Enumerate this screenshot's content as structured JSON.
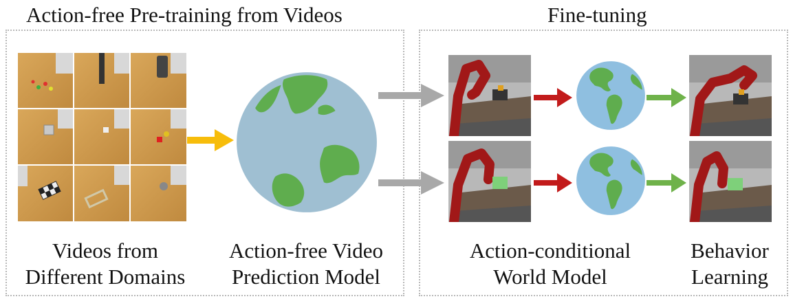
{
  "pretraining": {
    "heading": "Action-free Pre-training from Videos",
    "caption_videos": [
      "Videos from",
      "Different Domains"
    ],
    "caption_model": [
      "Action-free Video",
      "Prediction Model"
    ]
  },
  "finetuning": {
    "heading": "Fine-tuning",
    "caption_world_model": [
      "Action-conditional",
      "World Model"
    ],
    "caption_behavior": [
      "Behavior",
      "Learning"
    ]
  },
  "colors": {
    "pretrain_arrow": "#f7bd0b",
    "gray_arrow": "#a8a8a8",
    "action_arrow": "#c21b1b",
    "behavior_arrow": "#6fb24a",
    "ocean": "#8fbfe0",
    "land": "#5fad4e",
    "panel_border": "#b8b8b8"
  },
  "icons": [
    "video-thumbnail",
    "globe-icon",
    "robot-arm-scene"
  ]
}
